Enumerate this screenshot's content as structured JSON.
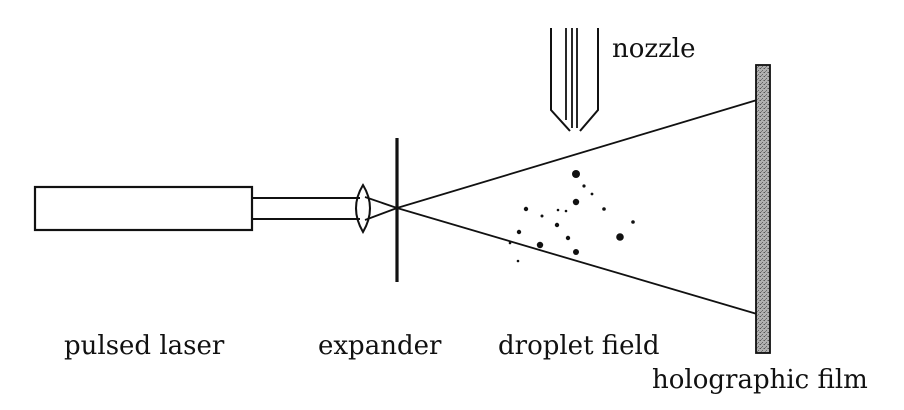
{
  "labels": {
    "nozzle": "nozzle",
    "pulsed_laser": "pulsed laser",
    "expander": "expander",
    "droplet_field": "droplet field",
    "holographic_film": "holographic film"
  },
  "colors": {
    "ink": "#111111",
    "film_fill": "#9a9a9a",
    "background": "#ffffff"
  }
}
